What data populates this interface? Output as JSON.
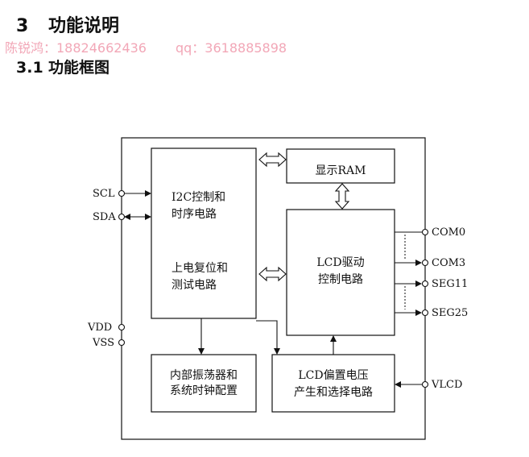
{
  "headings": {
    "section_number": "3",
    "section_title": "功能说明",
    "subsection_number": "3.1",
    "subsection_title": "功能框图"
  },
  "watermark": {
    "contact": "陈锐鸿：18824662436",
    "qq": "qq：3618885898"
  },
  "diagram": {
    "blocks": {
      "i2c": {
        "line1": "I2C控制和",
        "line2": "时序电路",
        "line3": "上电复位和",
        "line4": "测试电路"
      },
      "ram": {
        "label": "显示RAM"
      },
      "driver": {
        "line1": "LCD驱动",
        "line2": "控制电路"
      },
      "osc": {
        "line1": "内部振荡器和",
        "line2": "系统时钟配置"
      },
      "bias": {
        "line1": "LCD偏置电压",
        "line2": "产生和选择电路"
      }
    },
    "pins": {
      "scl": "SCL",
      "sda": "SDA",
      "vdd": "VDD",
      "vss": "VSS",
      "com0": "COM0",
      "com3": "COM3",
      "seg11": "SEG11",
      "seg25": "SEG25",
      "vlcd": "VLCD"
    }
  }
}
